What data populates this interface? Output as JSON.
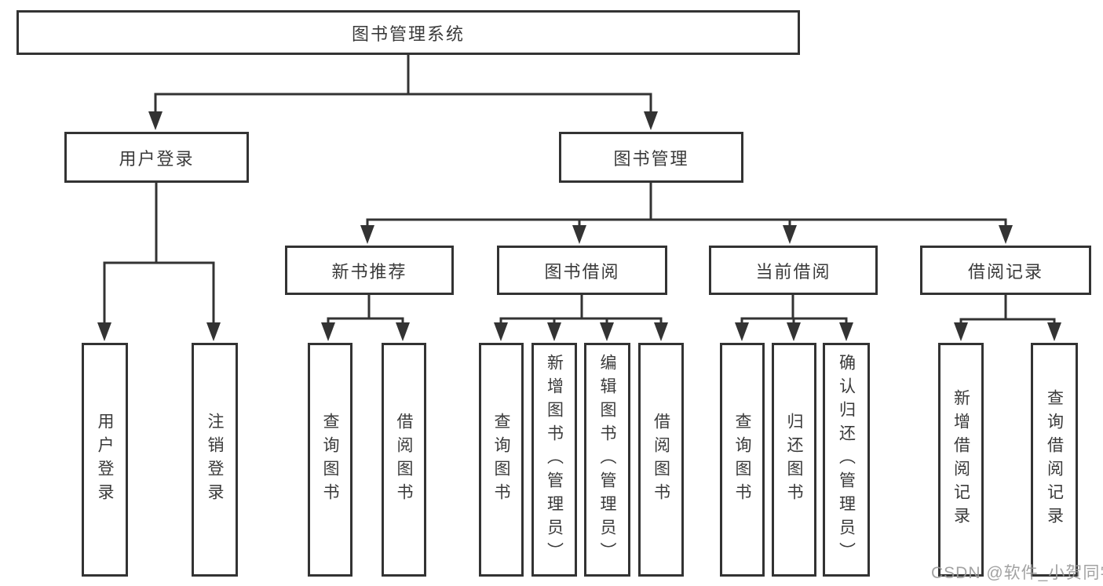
{
  "colors": {
    "line": "#333333",
    "text": "#3a3a3a",
    "watermark": "#9b9b9b",
    "background": "#ffffff"
  },
  "watermark": {
    "text": "CSDN @软件_小贺同学"
  },
  "diagram": {
    "type": "hierarchy-tree",
    "title": "图书管理系统",
    "level2": [
      {
        "label": "用户登录"
      },
      {
        "label": "图书管理"
      }
    ],
    "level3": [
      {
        "label": "新书推荐",
        "parent": "图书管理"
      },
      {
        "label": "图书借阅",
        "parent": "图书管理"
      },
      {
        "label": "当前借阅",
        "parent": "图书管理"
      },
      {
        "label": "借阅记录",
        "parent": "图书管理"
      }
    ],
    "leaves": [
      {
        "label": "用户登录",
        "parent": "用户登录"
      },
      {
        "label": "注销登录",
        "parent": "用户登录"
      },
      {
        "label": "查询图书",
        "parent": "新书推荐"
      },
      {
        "label": "借阅图书",
        "parent": "新书推荐"
      },
      {
        "label": "查询图书",
        "parent": "图书借阅"
      },
      {
        "label": "新增图书（管理员）",
        "parent": "图书借阅"
      },
      {
        "label": "编辑图书（管理员）",
        "parent": "图书借阅"
      },
      {
        "label": "借阅图书",
        "parent": "图书借阅"
      },
      {
        "label": "查询图书",
        "parent": "当前借阅"
      },
      {
        "label": "归还图书",
        "parent": "当前借阅"
      },
      {
        "label": "确认归还（管理员）",
        "parent": "当前借阅"
      },
      {
        "label": "新增借阅记录",
        "parent": "借阅记录"
      },
      {
        "label": "查询借阅记录",
        "parent": "借阅记录"
      }
    ]
  }
}
